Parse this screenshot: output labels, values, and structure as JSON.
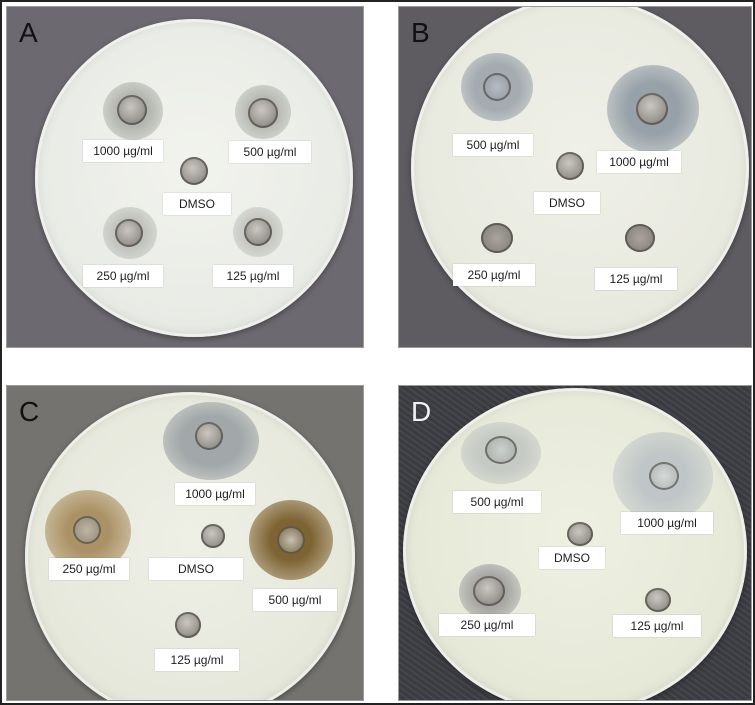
{
  "panels": [
    {
      "letter": "A",
      "labels": {
        "high": "1000 µg/ml",
        "mid": "500 µg/ml",
        "control": "DMSO",
        "low": "250 µg/ml",
        "lowest": "125 µg/ml"
      }
    },
    {
      "letter": "B",
      "labels": {
        "mid": "500 µg/ml",
        "high": "1000 µg/ml",
        "control": "DMSO",
        "low": "250 µg/ml",
        "lowest": "125 µg/ml"
      }
    },
    {
      "letter": "C",
      "labels": {
        "high": "1000 µg/ml",
        "low": "250 µg/ml",
        "control": "DMSO",
        "mid": "500 µg/ml",
        "lowest": "125 µg/ml"
      }
    },
    {
      "letter": "D",
      "labels": {
        "mid": "500 µg/ml",
        "high": "1000 µg/ml",
        "control": "DMSO",
        "low": "250 µg/ml",
        "lowest": "125 µg/ml"
      }
    }
  ],
  "colors": {
    "zone_grey": "#9da2a4",
    "zone_brown": "#8a6a33",
    "plate_agar": "#e9ebe3",
    "label_bg": "#ffffff"
  }
}
